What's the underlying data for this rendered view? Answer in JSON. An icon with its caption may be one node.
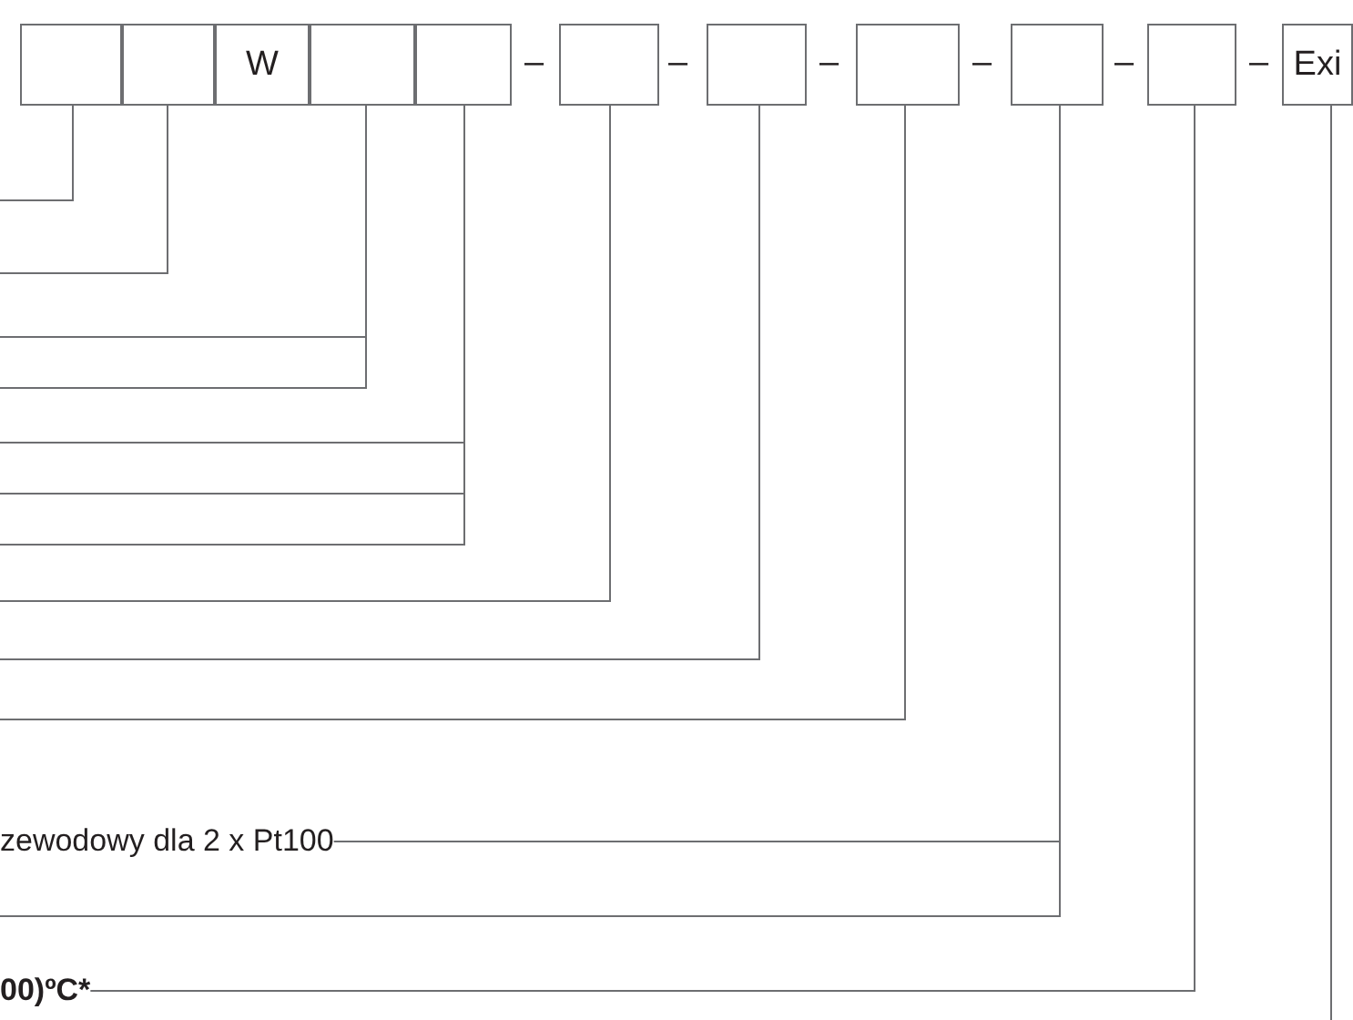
{
  "diagram": {
    "nodes": [
      {
        "text": [],
        "shape": "box"
      },
      {
        "text": [],
        "shape": "box"
      },
      {
        "text": [
          "W"
        ]
      },
      {
        "text": [],
        "shape": "box"
      },
      {
        "text": [],
        "shape": "box"
      },
      {
        "text": [],
        "shape": "box"
      },
      {
        "text": [],
        "shape": "box"
      },
      {
        "text": [],
        "shape": "box"
      },
      {
        "text": [],
        "shape": "box"
      },
      {
        "text": [],
        "shape": "box"
      },
      {
        "text": [
          "Exi"
        ]
      },
      {
        "text": [
          "zewodowy dla 2 x Pt100"
        ]
      },
      {
        "text": [
          "00)ºC*"
        ]
      }
    ],
    "edges": [
      {
        "from": null,
        "to": 0,
        "arrow": "none"
      },
      {
        "from": null,
        "to": 1,
        "arrow": "none"
      },
      {
        "from": null,
        "to": 3,
        "arrow": "none"
      },
      {
        "from": null,
        "to": 3,
        "arrow": "none"
      },
      {
        "from": null,
        "to": 4,
        "arrow": "none"
      },
      {
        "from": null,
        "to": 4,
        "arrow": "none"
      },
      {
        "from": null,
        "to": 4,
        "arrow": "none"
      },
      {
        "from": null,
        "to": 5,
        "arrow": "none"
      },
      {
        "from": null,
        "to": 6,
        "arrow": "none"
      },
      {
        "from": null,
        "to": 7,
        "arrow": "none"
      },
      {
        "from": 11,
        "to": 8,
        "arrow": "none"
      },
      {
        "from": null,
        "to": 8,
        "arrow": "none"
      },
      {
        "from": 12,
        "to": 9,
        "arrow": "none"
      },
      {
        "from": null,
        "to": 10,
        "arrow": "none"
      }
    ],
    "labels": [
      "–",
      "–",
      "–",
      "–",
      "–",
      "–"
    ]
  }
}
